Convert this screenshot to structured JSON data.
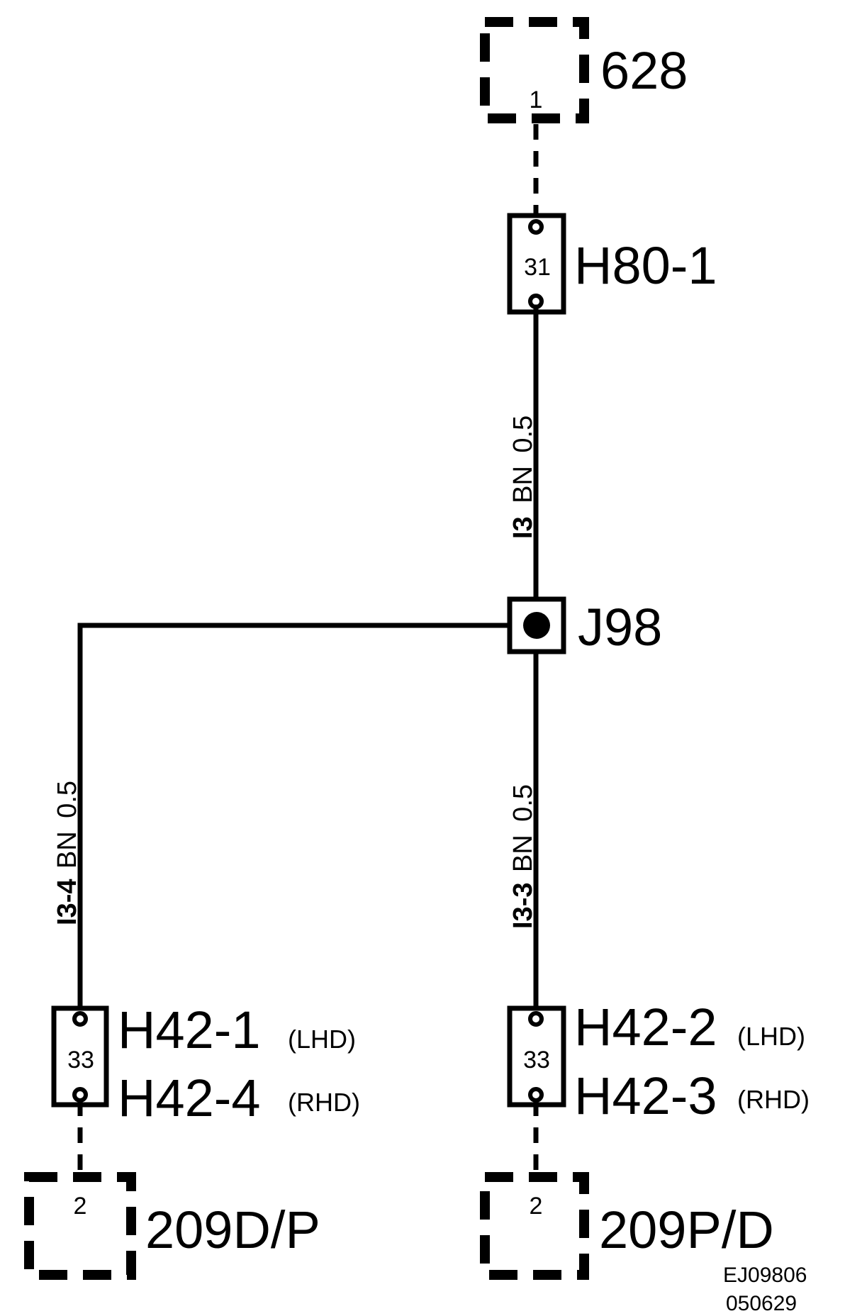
{
  "diagram": {
    "top_component": {
      "name": "628",
      "pin": "1"
    },
    "connector_h80": {
      "name": "H80-1",
      "pin": "31"
    },
    "wire_top": {
      "circuit": "I3",
      "color": "BN",
      "size": "0.5"
    },
    "splice": {
      "name": "J98"
    },
    "wire_left": {
      "circuit": "I3-4",
      "color": "BN",
      "size": "0.5"
    },
    "wire_right": {
      "circuit": "I3-3",
      "color": "BN",
      "size": "0.5"
    },
    "connector_left": {
      "pin": "33",
      "name_lhd": "H42-1",
      "variant_lhd": "(LHD)",
      "name_rhd": "H42-4",
      "variant_rhd": "(RHD)"
    },
    "connector_right": {
      "pin": "33",
      "name_lhd": "H42-2",
      "variant_lhd": "(LHD)",
      "name_rhd": "H42-3",
      "variant_rhd": "(RHD)"
    },
    "bottom_left_component": {
      "name": "209D/P",
      "pin": "2"
    },
    "bottom_right_component": {
      "name": "209P/D",
      "pin": "2"
    },
    "reference": {
      "code": "EJ09806",
      "date": "050629"
    }
  }
}
